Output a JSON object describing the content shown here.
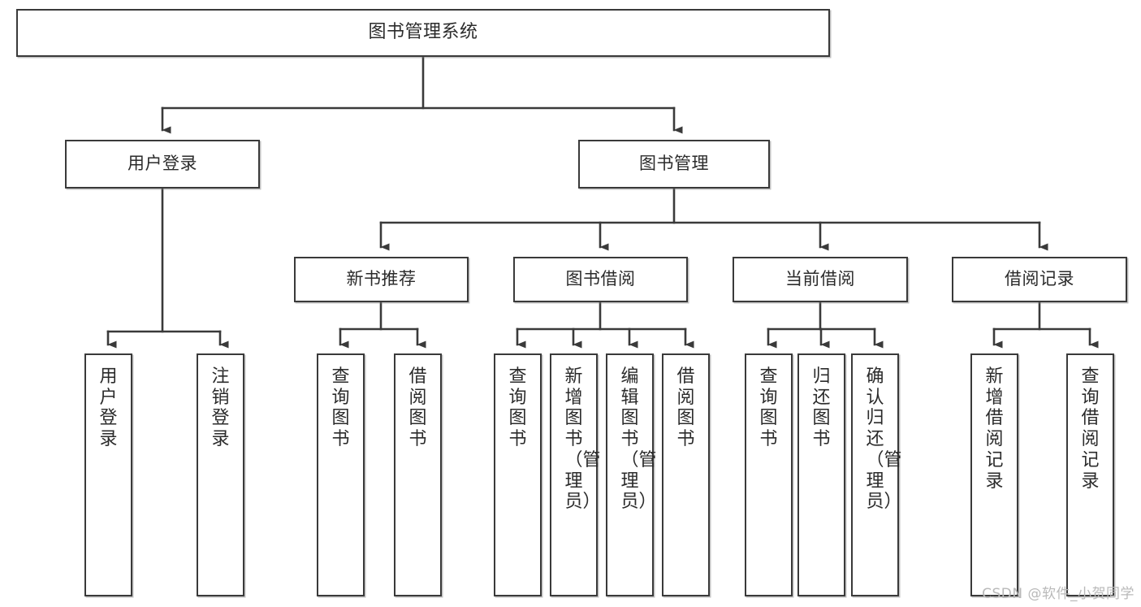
{
  "diagram": {
    "type": "tree-hierarchy",
    "title": "图书管理系统",
    "watermark": "CSDN @软件_小贺同学",
    "colors": {
      "box_border": "#3a3a3a",
      "box_fill": "#ffffff",
      "text": "#2b2b2b",
      "connector": "#3a3a3a",
      "watermark": "#b9b9b9",
      "background": "#ffffff"
    },
    "nodes": {
      "root": {
        "label": "图书管理系统"
      },
      "level2": [
        {
          "label": "用户登录"
        },
        {
          "label": "图书管理"
        }
      ],
      "level3": [
        {
          "label": "新书推荐"
        },
        {
          "label": "图书借阅"
        },
        {
          "label": "当前借阅"
        },
        {
          "label": "借阅记录"
        }
      ],
      "leaves": {
        "user_login": [
          {
            "label": "用户登录"
          },
          {
            "label": "注销登录"
          }
        ],
        "new_book_recommend": [
          {
            "label": "查询图书"
          },
          {
            "label": "借阅图书"
          }
        ],
        "book_borrow": [
          {
            "label": "查询图书"
          },
          {
            "label": "新增图书（管理员）"
          },
          {
            "label": "编辑图书（管理员）"
          },
          {
            "label": "借阅图书"
          }
        ],
        "current_borrow": [
          {
            "label": "查询图书"
          },
          {
            "label": "归还图书"
          },
          {
            "label": "确认归还（管理员）"
          }
        ],
        "borrow_record": [
          {
            "label": "新增借阅记录"
          },
          {
            "label": "查询借阅记录"
          }
        ]
      }
    }
  }
}
